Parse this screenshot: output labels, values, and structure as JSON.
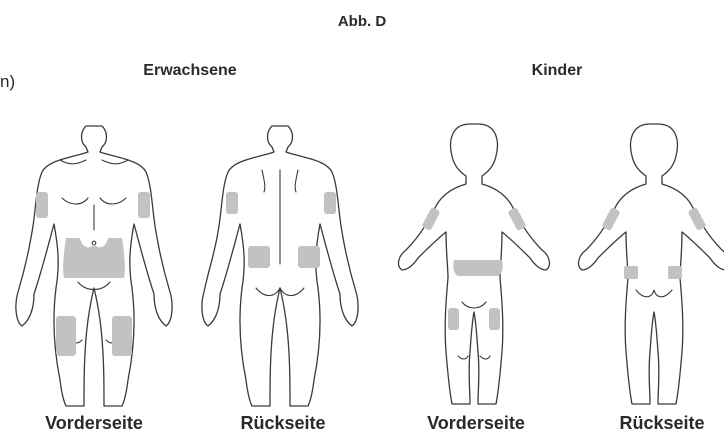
{
  "figure": {
    "title": "Abb. D",
    "edge_mark": "n)"
  },
  "groups": {
    "adults": "Erwachsene",
    "children": "Kinder"
  },
  "captions": {
    "adult_front": "Vorderseite",
    "adult_back": "Rückseite",
    "child_front": "Vorderseite",
    "child_back": "Rückseite"
  },
  "colors": {
    "injection_zone": "#c2c2c2",
    "outline": "#3a3a3a"
  }
}
